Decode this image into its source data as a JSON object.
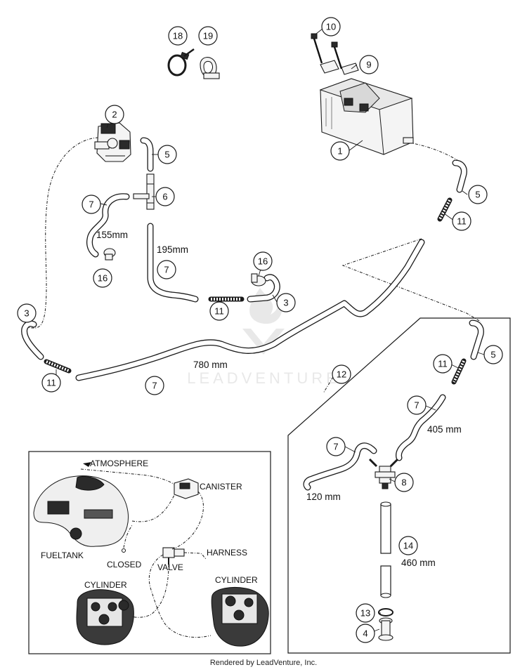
{
  "callouts": {
    "c1": "1",
    "c2": "2",
    "c3a": "3",
    "c3b": "3",
    "c4": "4",
    "c5a": "5",
    "c5b": "5",
    "c5c": "5",
    "c6": "6",
    "c7a": "7",
    "c7b": "7",
    "c7c": "7",
    "c7d": "7",
    "c7e": "7",
    "c8": "8",
    "c9": "9",
    "c10": "10",
    "c11a": "11",
    "c11b": "11",
    "c11c": "11",
    "c11d": "11",
    "c12": "12",
    "c13": "13",
    "c14": "14",
    "c16a": "16",
    "c16b": "16",
    "c18": "18",
    "c19": "19"
  },
  "dimensions": {
    "d155": "155mm",
    "d195": "195mm",
    "d780": "780 mm",
    "d405": "405 mm",
    "d120": "120 mm",
    "d460": "460 mm"
  },
  "inset_labels": {
    "atmosphere": "ATMOSPHERE",
    "canister": "CANISTER",
    "harness": "HARNESS",
    "fueltank": "FUELTANK",
    "closed": "CLOSED",
    "valve": "VALVE",
    "cylinder_left": "CYLINDER",
    "cylinder_right": "CYLINDER"
  },
  "watermark": "LEADVENTURE",
  "footer": "Rendered by LeadVenture, Inc."
}
